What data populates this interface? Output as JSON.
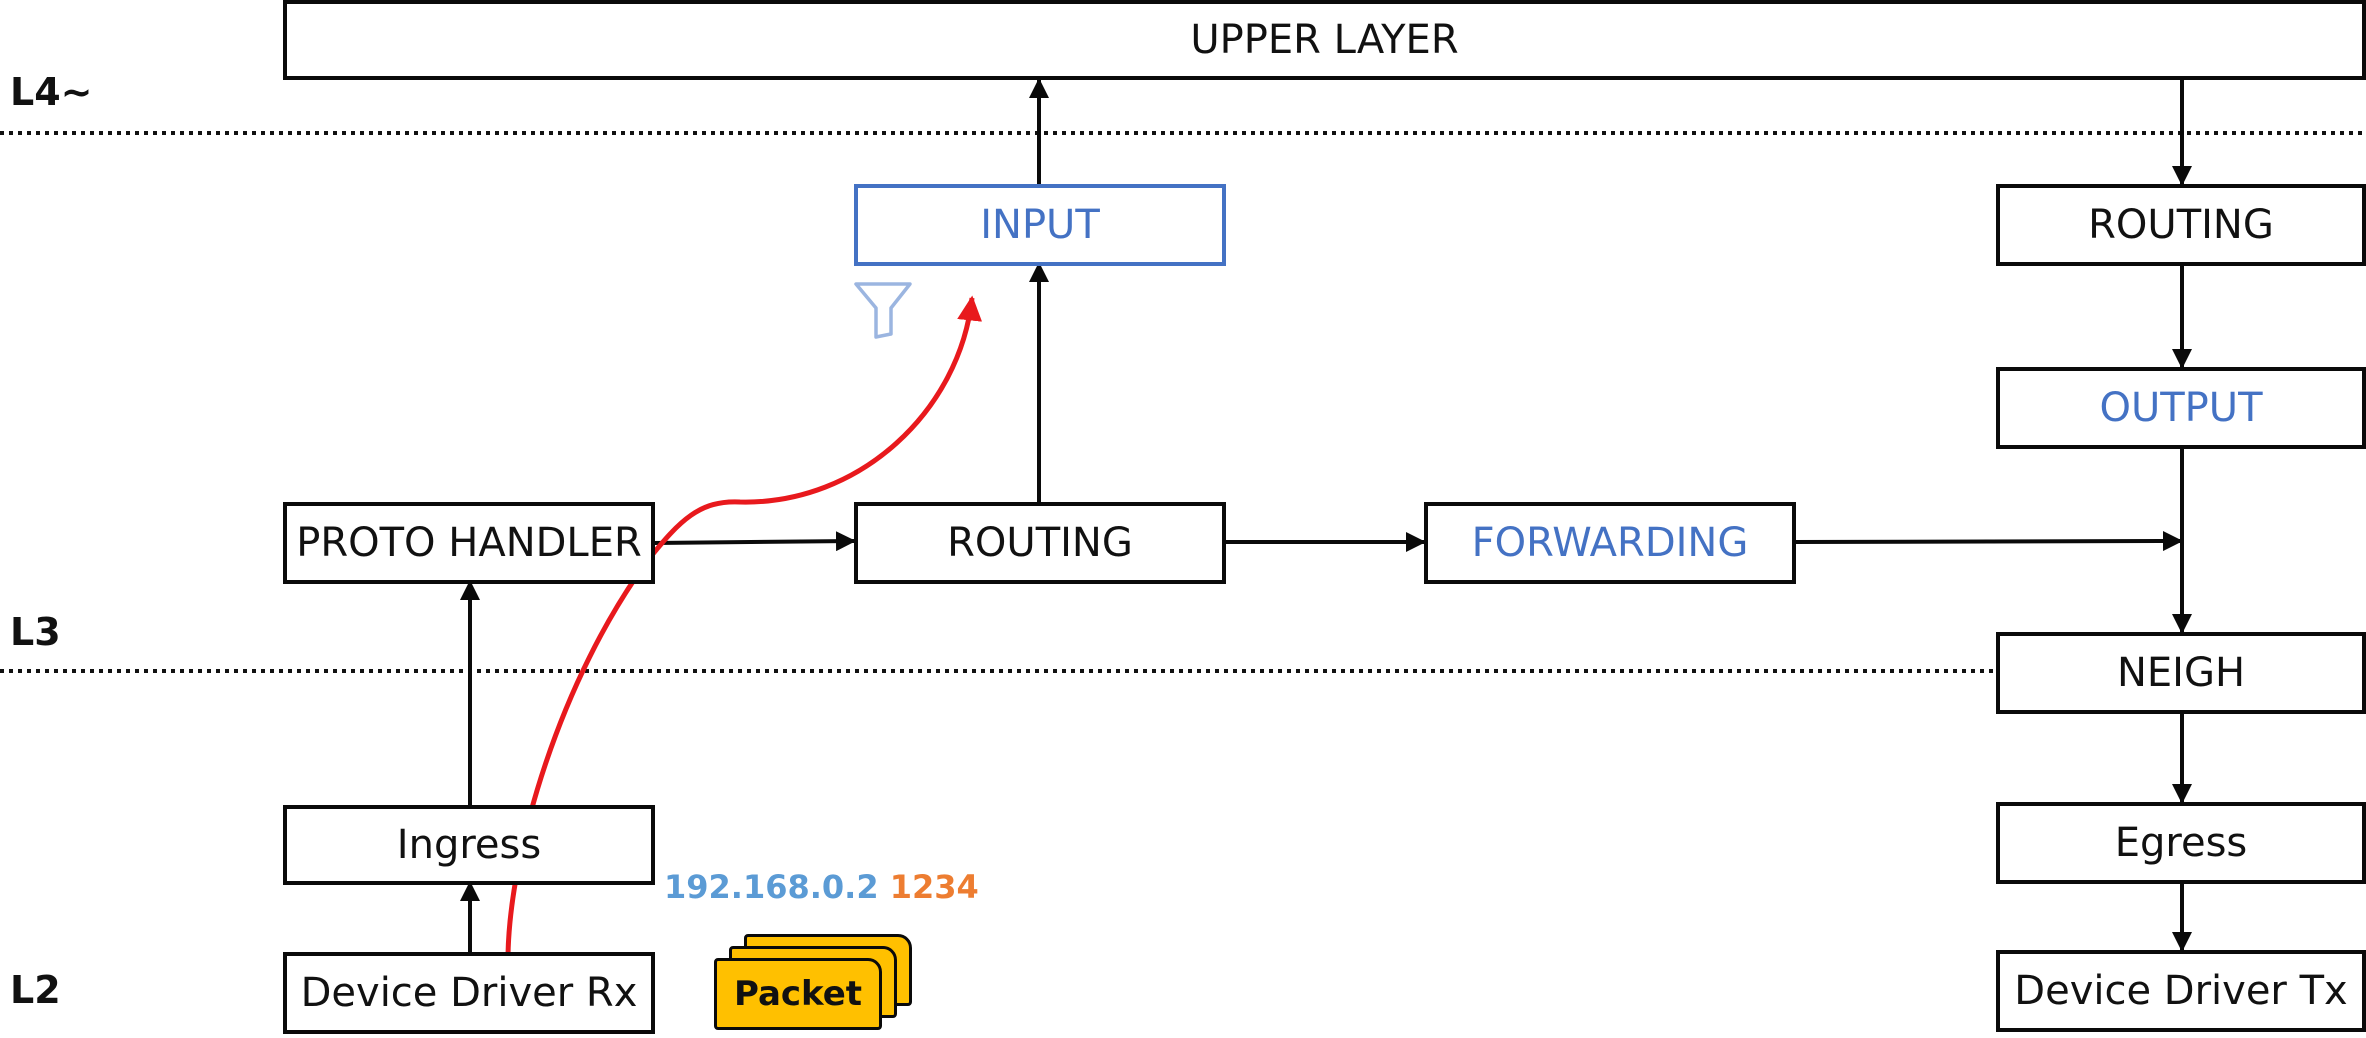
{
  "layers": {
    "l4": "L4~",
    "l3": "L3",
    "l2": "L2"
  },
  "boxes": {
    "upper_layer": "UPPER LAYER",
    "input": "INPUT",
    "routing_right": "ROUTING",
    "output": "OUTPUT",
    "proto_handler": "PROTO HANDLER",
    "routing_center": "ROUTING",
    "forwarding": "FORWARDING",
    "neigh": "NEIGH",
    "ingress": "Ingress",
    "egress": "Egress",
    "device_driver_rx": "Device Driver Rx",
    "device_driver_tx": "Device Driver Tx"
  },
  "packet_info": {
    "ip": "192.168.0.2",
    "port": "1234",
    "label": "Packet"
  },
  "icons": {
    "filter": "filter-funnel-icon"
  },
  "colors": {
    "hook_blue": "#4472c4",
    "ip_blue": "#5b9bd5",
    "port_orange": "#ed7d31",
    "packet_yellow": "#ffc000",
    "packet_path_red": "#e8191d"
  }
}
